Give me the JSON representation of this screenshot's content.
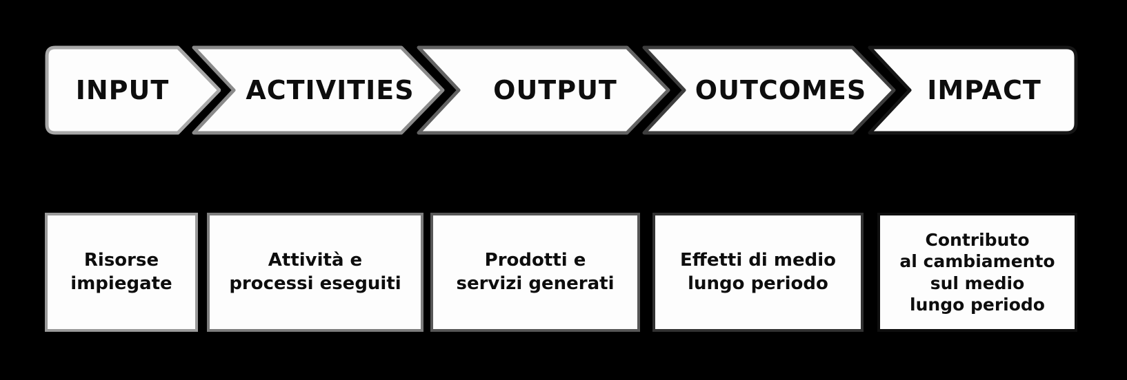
{
  "diagram": {
    "type": "logic-model-flow",
    "background_color": "#000000",
    "shape_fill_color": "#fdfdfd",
    "text_color": "#0d0d0d",
    "stages": [
      {
        "label": "INPUT",
        "description": "Risorse\nimpiegate",
        "arrow_border": "#a8a8a8",
        "box_border": "#9a9a9a"
      },
      {
        "label": "ACTIVITIES",
        "description": "Attività e\nprocessi eseguiti",
        "arrow_border": "#8a8a8a",
        "box_border": "#7d7d7d"
      },
      {
        "label": "OUTPUT",
        "description": "Prodotti e\nservizi generati",
        "arrow_border": "#636363",
        "box_border": "#575757"
      },
      {
        "label": "OUTCOMES",
        "description": "Effetti di medio\nlungo periodo",
        "arrow_border": "#3d3d3d",
        "box_border": "#323232"
      },
      {
        "label": "IMPACT",
        "description": "Contributo\nal cambiamento\nsul medio\nlungo periodo",
        "arrow_border": "#161616",
        "box_border": "#0f0f0f"
      }
    ]
  }
}
